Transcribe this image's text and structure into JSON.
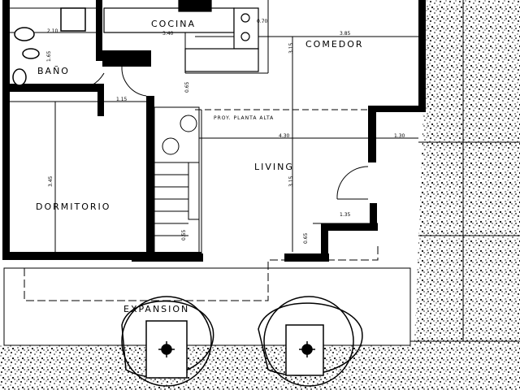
{
  "rooms": {
    "kitchen": "COCINA",
    "dining": "COMEDOR",
    "bath": "BAÑO",
    "bedroom": "DORMITORIO",
    "living": "LIVING",
    "expansion": "EXPANSION"
  },
  "notes": {
    "upper_floor": "PROY. PLANTA ALTA"
  },
  "dimensions": {
    "d_2_10": "2.10",
    "d_1_15": "1.15",
    "d_3_85": "3.85",
    "d_3_15a": "3.15",
    "d_0_65a": "0.65",
    "d_4_30": "4.30",
    "d_1_30": "1.30",
    "d_3_45": "3.45",
    "d_3_15b": "3.15",
    "d_1_35": "1.35",
    "d_0_65b": "0.65",
    "d_3_40": "3.40",
    "d_0_70": "0.70",
    "d_1_65": "1.65",
    "d_0_55": "0.55"
  },
  "colors": {
    "ink": "#000000",
    "paper": "#ffffff",
    "gravel": "#c8c8c8"
  }
}
